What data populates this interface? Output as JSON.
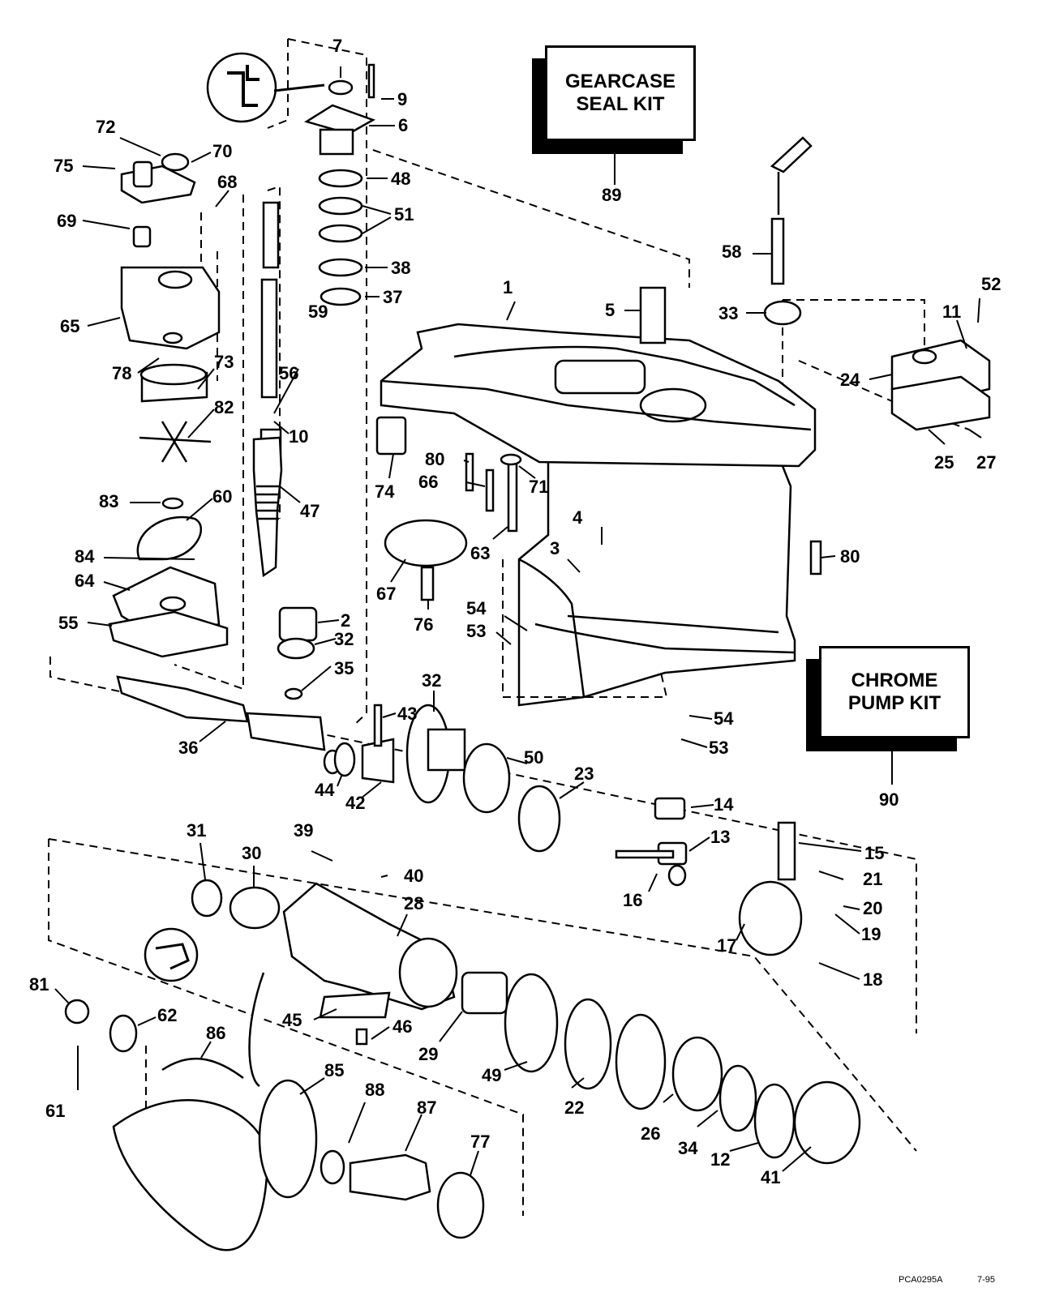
{
  "kits": {
    "seal_kit": "GEARCASE\nSEAL KIT",
    "chrome_kit": "CHROME\nPUMP KIT"
  },
  "footer": {
    "drawing_code": "PCA0295A",
    "date": "7-95"
  },
  "part_numbers": [
    "1",
    "2",
    "3",
    "4",
    "5",
    "6",
    "7",
    "9",
    "10",
    "11",
    "12",
    "13",
    "14",
    "15",
    "16",
    "17",
    "18",
    "19",
    "20",
    "21",
    "22",
    "23",
    "24",
    "25",
    "26",
    "27",
    "28",
    "29",
    "30",
    "31",
    "32",
    "33",
    "34",
    "35",
    "36",
    "37",
    "38",
    "39",
    "40",
    "41",
    "42",
    "43",
    "44",
    "45",
    "46",
    "47",
    "48",
    "49",
    "50",
    "51",
    "52",
    "53",
    "54",
    "55",
    "56",
    "58",
    "59",
    "60",
    "61",
    "62",
    "63",
    "64",
    "65",
    "66",
    "67",
    "68",
    "69",
    "70",
    "71",
    "72",
    "73",
    "74",
    "75",
    "76",
    "77",
    "78",
    "80",
    "81",
    "82",
    "83",
    "84",
    "85",
    "86",
    "87",
    "88",
    "89",
    "90"
  ]
}
